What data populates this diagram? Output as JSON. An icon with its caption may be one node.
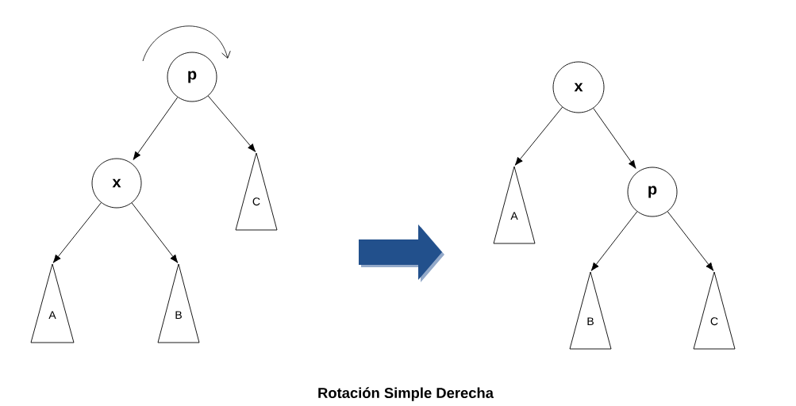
{
  "diagram": {
    "caption": "Rotación Simple Derecha",
    "nodes": [
      {
        "text": [
          "p"
        ]
      },
      {
        "text": [
          "x"
        ]
      },
      {
        "text": [
          "C"
        ]
      },
      {
        "text": [
          "A"
        ]
      },
      {
        "text": [
          "B"
        ]
      },
      {
        "text": [
          "x"
        ]
      },
      {
        "text": [
          "A"
        ]
      },
      {
        "text": [
          "p"
        ]
      },
      {
        "text": [
          "B"
        ]
      },
      {
        "text": [
          "C"
        ]
      }
    ],
    "edges": [
      {
        "from": 0,
        "to": 1,
        "arrow": "to"
      },
      {
        "from": 0,
        "to": 2,
        "arrow": "to"
      },
      {
        "from": 1,
        "to": 3,
        "arrow": "to"
      },
      {
        "from": 1,
        "to": 4,
        "arrow": "to"
      },
      {
        "from": 5,
        "to": 6,
        "arrow": "to"
      },
      {
        "from": 5,
        "to": 7,
        "arrow": "to"
      },
      {
        "from": 7,
        "to": 8,
        "arrow": "to"
      },
      {
        "from": 7,
        "to": 9,
        "arrow": "to"
      }
    ]
  }
}
